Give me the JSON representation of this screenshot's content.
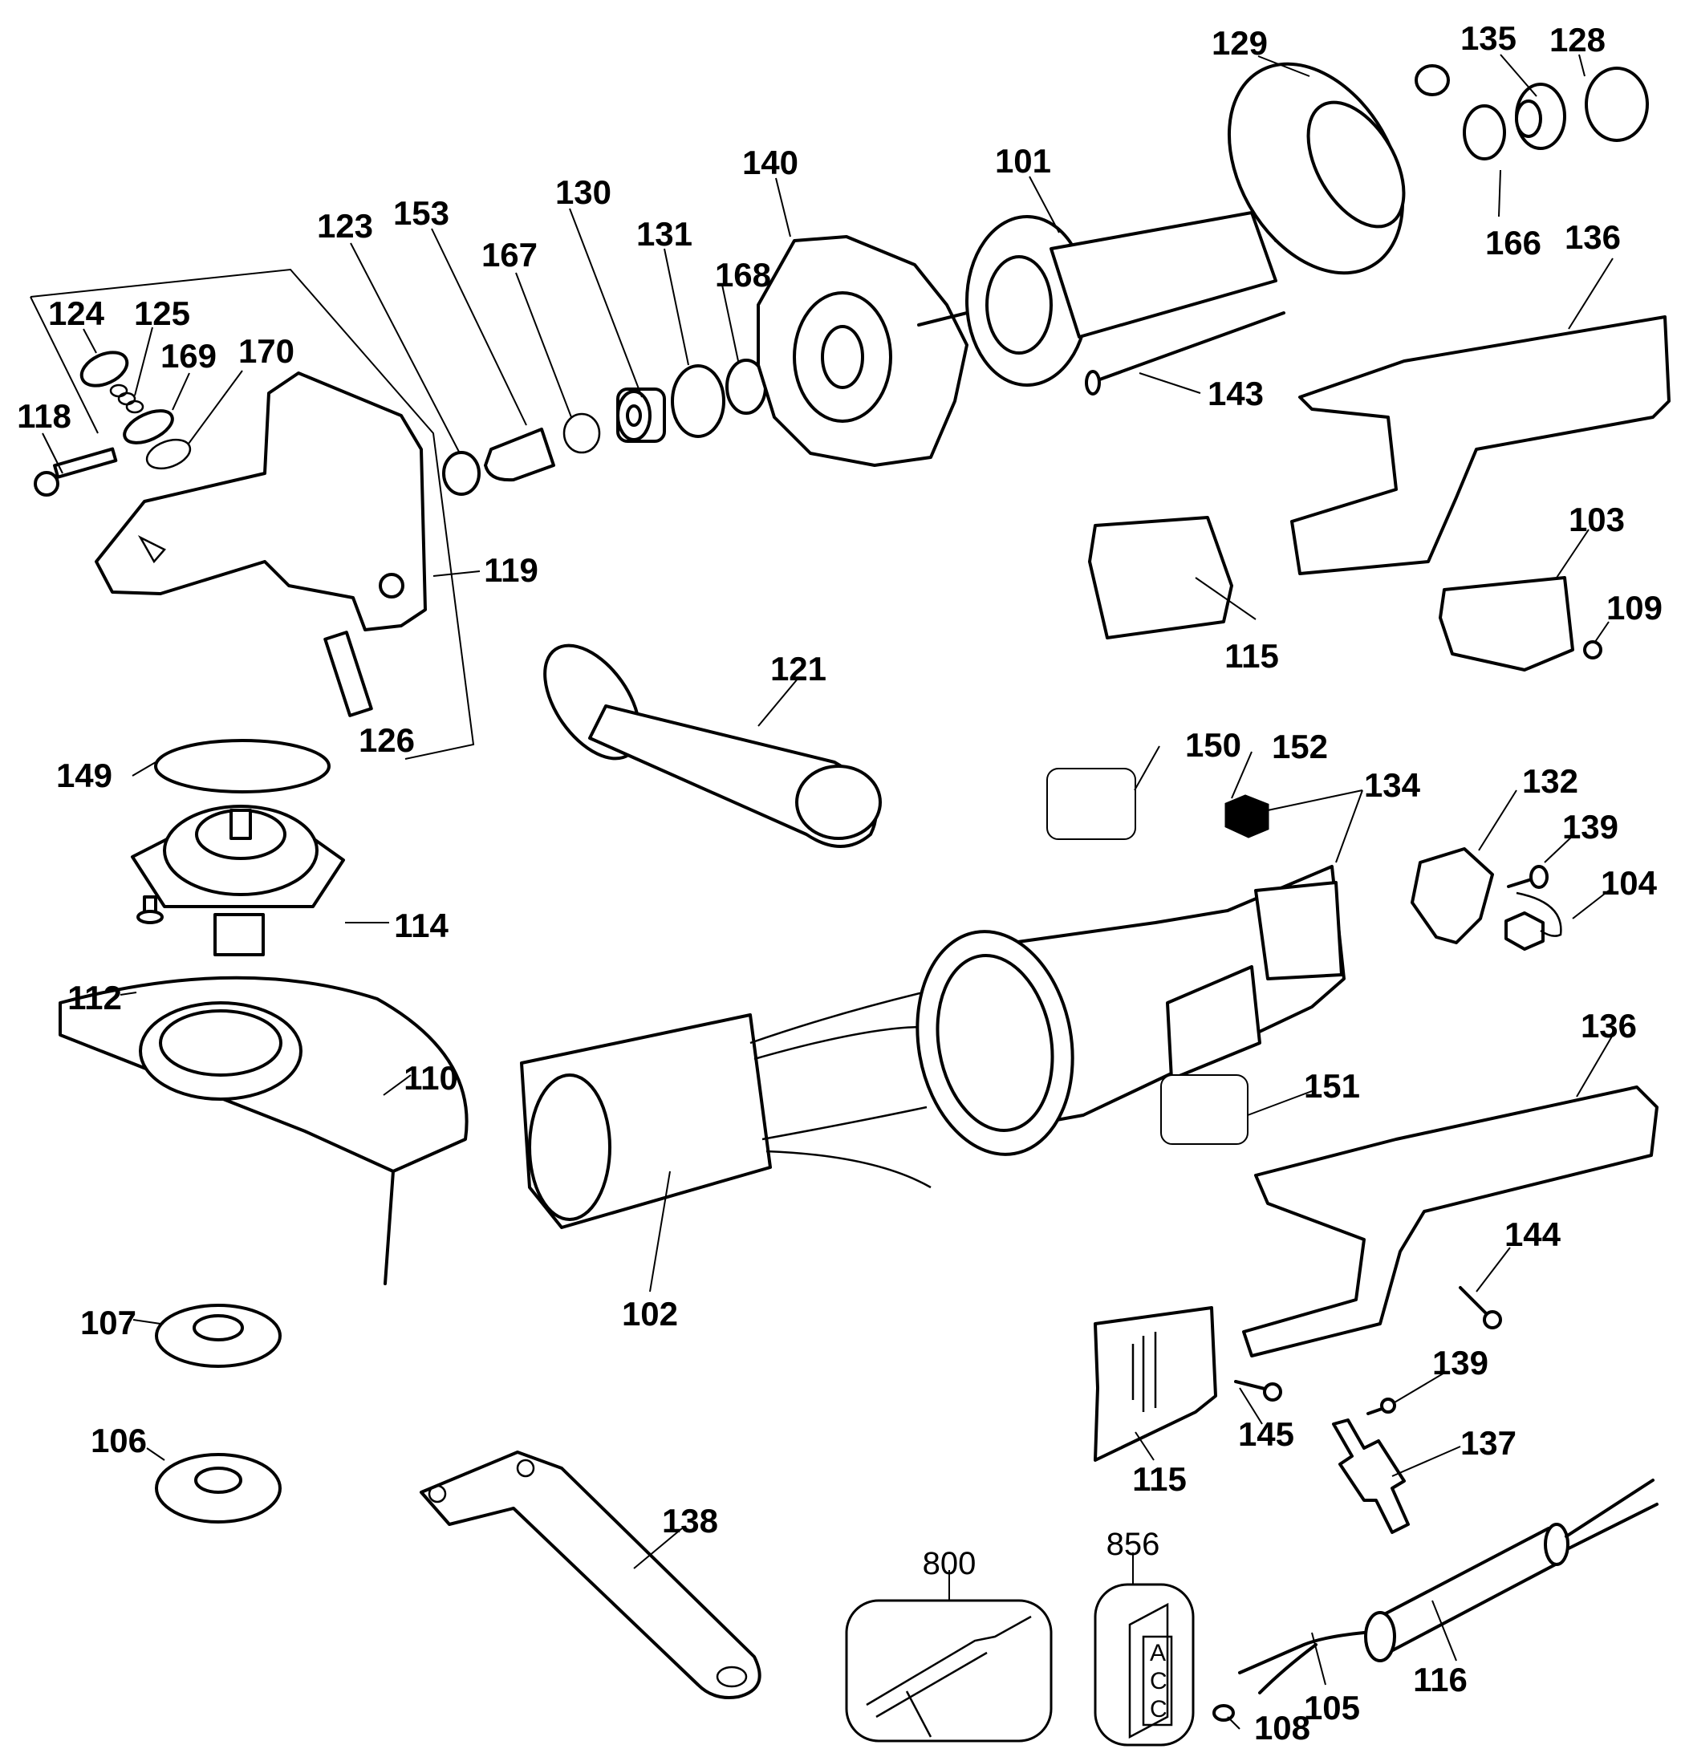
{
  "diagram": {
    "type": "exploded-parts-diagram",
    "subject": "angle grinder",
    "colors": {
      "ink": "#000000",
      "paper": "#ffffff"
    },
    "callouts": [
      {
        "id": "c129",
        "number": "129"
      },
      {
        "id": "c135",
        "number": "135"
      },
      {
        "id": "c128",
        "number": "128"
      },
      {
        "id": "c101",
        "number": "101"
      },
      {
        "id": "c140",
        "number": "140"
      },
      {
        "id": "c166",
        "number": "166"
      },
      {
        "id": "c136a",
        "number": "136"
      },
      {
        "id": "c130",
        "number": "130"
      },
      {
        "id": "c131",
        "number": "131"
      },
      {
        "id": "c168",
        "number": "168"
      },
      {
        "id": "c167",
        "number": "167"
      },
      {
        "id": "c153",
        "number": "153"
      },
      {
        "id": "c123",
        "number": "123"
      },
      {
        "id": "c124",
        "number": "124"
      },
      {
        "id": "c125",
        "number": "125"
      },
      {
        "id": "c169",
        "number": "169"
      },
      {
        "id": "c170",
        "number": "170"
      },
      {
        "id": "c118",
        "number": "118"
      },
      {
        "id": "c119",
        "number": "119"
      },
      {
        "id": "c143",
        "number": "143"
      },
      {
        "id": "c103",
        "number": "103"
      },
      {
        "id": "c109",
        "number": "109"
      },
      {
        "id": "c115a",
        "number": "115"
      },
      {
        "id": "c121",
        "number": "121"
      },
      {
        "id": "c126",
        "number": "126"
      },
      {
        "id": "c149",
        "number": "149"
      },
      {
        "id": "c150",
        "number": "150"
      },
      {
        "id": "c152",
        "number": "152"
      },
      {
        "id": "c134",
        "number": "134"
      },
      {
        "id": "c132",
        "number": "132"
      },
      {
        "id": "c139a",
        "number": "139"
      },
      {
        "id": "c104",
        "number": "104"
      },
      {
        "id": "c114",
        "number": "114"
      },
      {
        "id": "c112",
        "number": "112"
      },
      {
        "id": "c110",
        "number": "110"
      },
      {
        "id": "c136b",
        "number": "136"
      },
      {
        "id": "c151",
        "number": "151"
      },
      {
        "id": "c144",
        "number": "144"
      },
      {
        "id": "c107",
        "number": "107"
      },
      {
        "id": "c102",
        "number": "102"
      },
      {
        "id": "c139b",
        "number": "139"
      },
      {
        "id": "c145",
        "number": "145"
      },
      {
        "id": "c137",
        "number": "137"
      },
      {
        "id": "c106",
        "number": "106"
      },
      {
        "id": "c138",
        "number": "138"
      },
      {
        "id": "c115b",
        "number": "115"
      },
      {
        "id": "c800",
        "number": "800"
      },
      {
        "id": "c856",
        "number": "856"
      },
      {
        "id": "c116",
        "number": "116"
      },
      {
        "id": "c105",
        "number": "105"
      },
      {
        "id": "c108",
        "number": "108"
      }
    ],
    "accessory_tag_letters": [
      "A",
      "C",
      "C"
    ]
  }
}
